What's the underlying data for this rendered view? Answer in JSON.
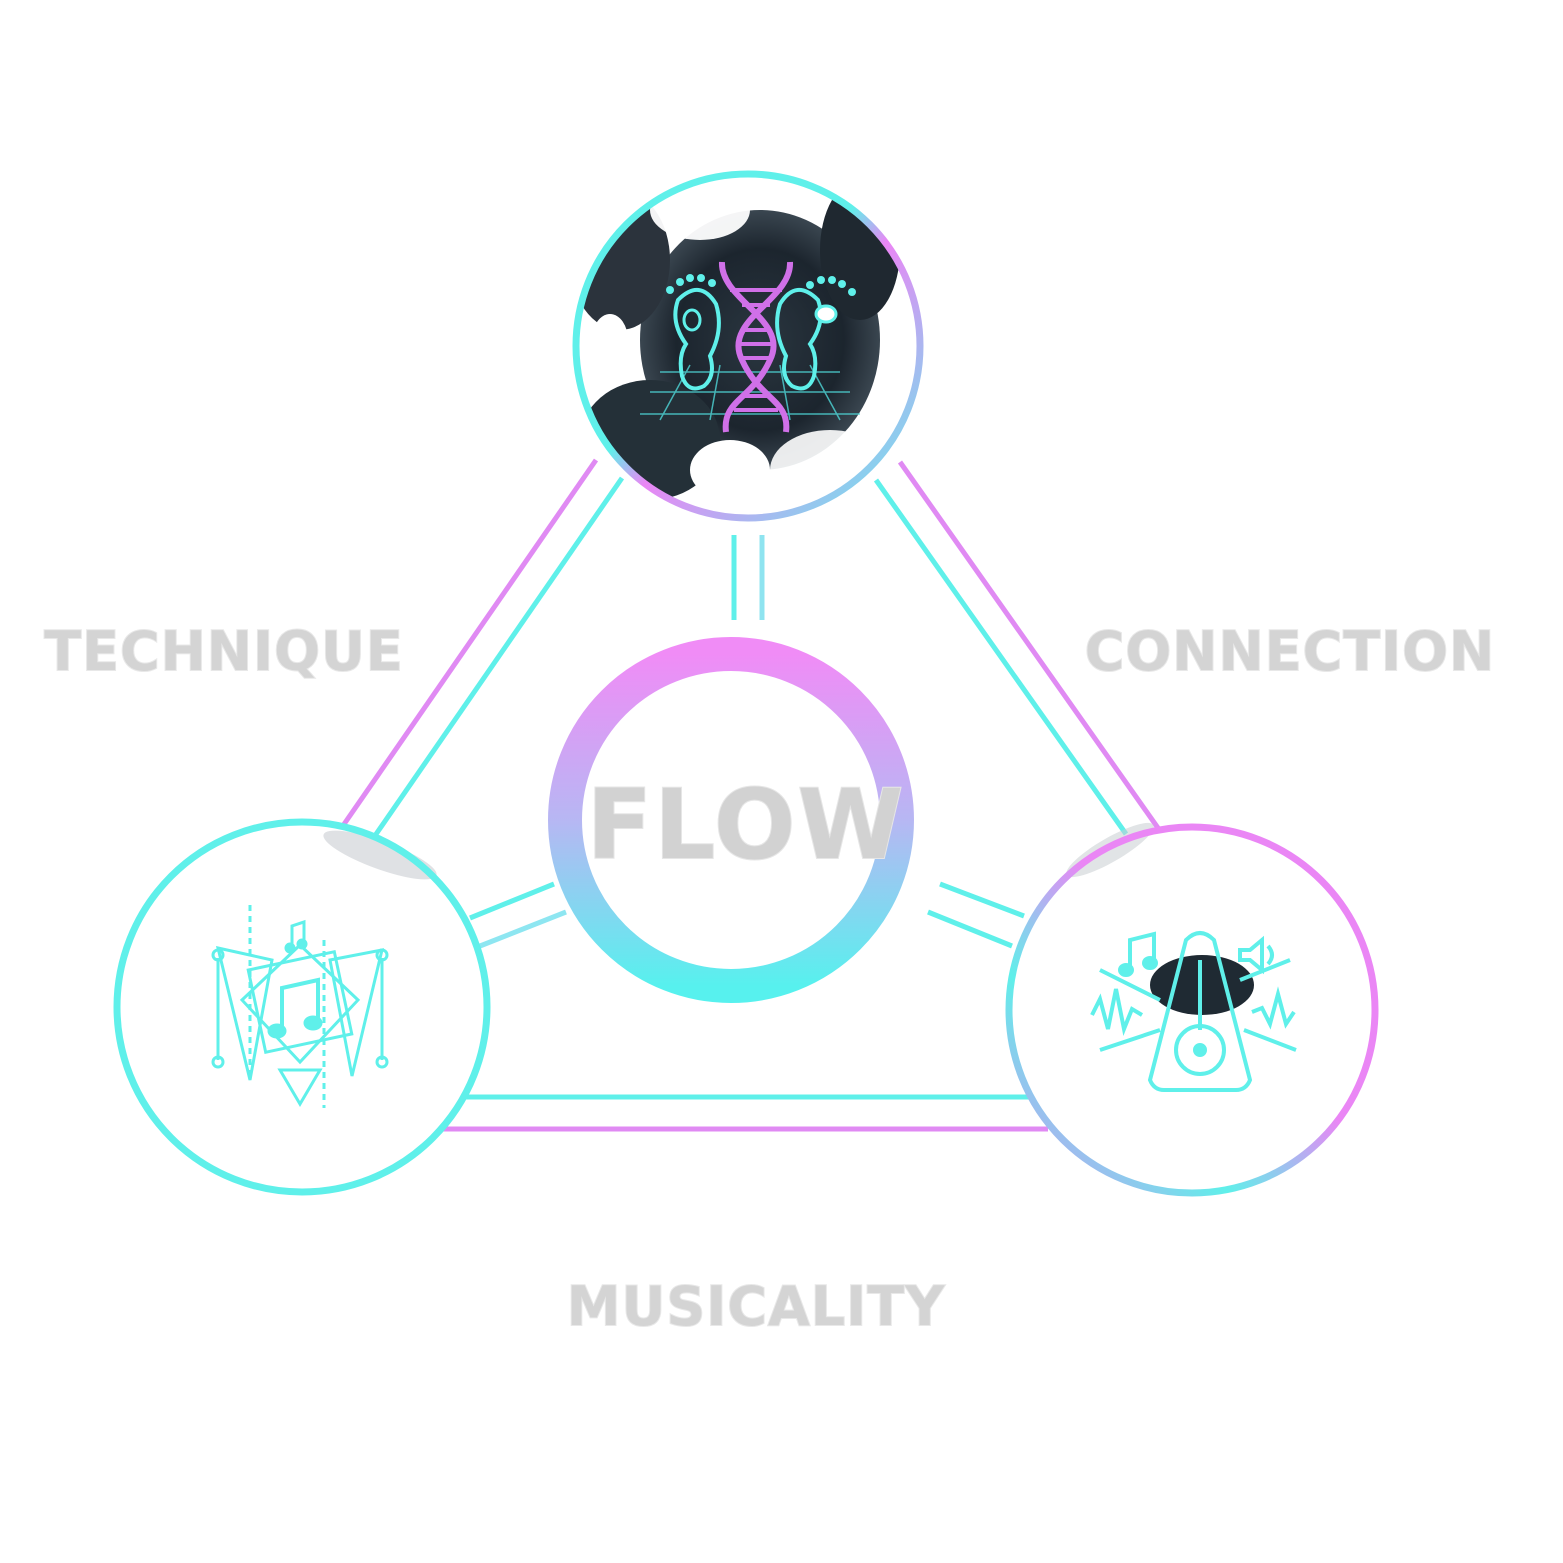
{
  "diagram": {
    "center": {
      "label": "FLOW"
    },
    "sides": {
      "left": "TECHNIQUE",
      "right": "CONNECTION",
      "bottom": "MUSICALITY"
    },
    "nodes": [
      {
        "id": "top",
        "icon": "footprints-dna-icon"
      },
      {
        "id": "left",
        "icon": "music-note-geometric-icon"
      },
      {
        "id": "right",
        "icon": "metronome-music-icon"
      }
    ],
    "colors": {
      "cyan": "#5ff0ea",
      "magenta": "#ea86f5",
      "label_grey": "#d4d4d4",
      "dark_texture": "#1f2a33"
    }
  }
}
